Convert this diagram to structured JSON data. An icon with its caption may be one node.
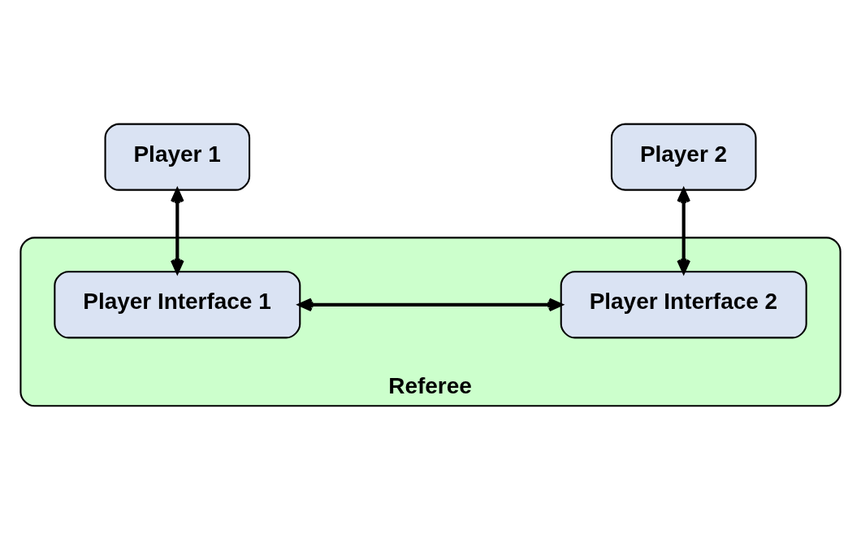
{
  "diagram": {
    "nodes": [
      {
        "text": [
          "Player 1"
        ]
      },
      {
        "text": [
          "Player 2"
        ]
      },
      {
        "text": [
          "Referee"
        ]
      },
      {
        "text": [
          "Player Interface 1"
        ],
        "in": 2
      },
      {
        "text": [
          "Player Interface 2"
        ],
        "in": 2
      }
    ],
    "edges": [
      {
        "from": 0,
        "to": 3,
        "arrow": "both"
      },
      {
        "from": 1,
        "to": 4,
        "arrow": "both"
      },
      {
        "from": 3,
        "to": 4,
        "arrow": "both"
      }
    ]
  }
}
